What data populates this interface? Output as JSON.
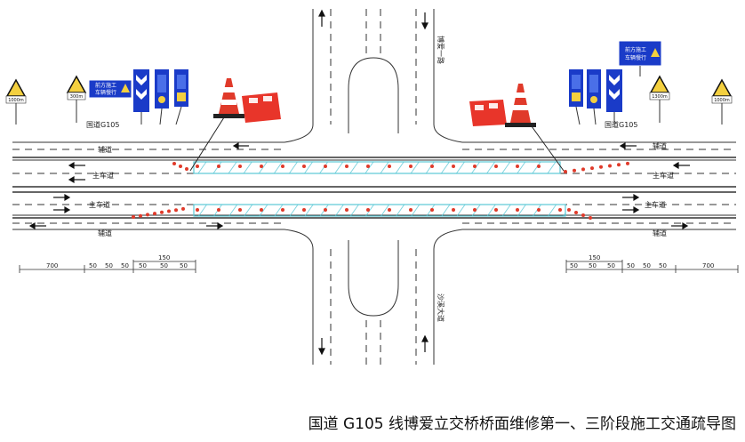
{
  "roads": {
    "national_west": "国道G105",
    "national_east": "国道G105",
    "service_lane": "辅道",
    "main_lane": "主车道",
    "cross_north": "博爱一路",
    "cross_south": "沙溪大道"
  },
  "signs": {
    "construction_text": [
      "前方施工",
      "车辆慢行"
    ],
    "distance_west": [
      "1000m",
      "300m"
    ],
    "distance_east": [
      "1300m",
      "1000m"
    ]
  },
  "dimensions": {
    "west": [
      "700",
      "50",
      "50",
      "50",
      "50",
      "50",
      "50"
    ],
    "west_span": "150",
    "east": [
      "50",
      "50",
      "50",
      "50",
      "50",
      "50",
      "700"
    ],
    "east_span": "150"
  },
  "caption": "国道 G105 线博爱立交桥桥面维修第一、三阶段施工交通疏导图",
  "colors": {
    "work_zone": "#5bc8d6",
    "cone": "#e03a2a",
    "sign_blue": "#1a3bc8",
    "warning_yellow": "#f4d03f"
  }
}
